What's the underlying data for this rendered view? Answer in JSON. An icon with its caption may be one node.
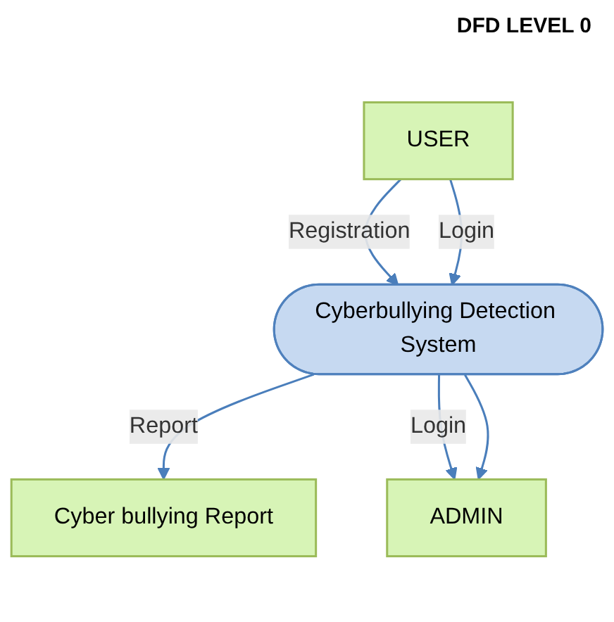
{
  "diagram": {
    "title": "DFD LEVEL 0",
    "nodes": [
      {
        "text": [
          "USER"
        ]
      },
      {
        "text": [
          "Cyberbullying Detection System"
        ]
      },
      {
        "text": [
          "Cyber bullying Report"
        ]
      },
      {
        "text": [
          "ADMIN"
        ]
      }
    ],
    "edges": [
      {
        "from": 0,
        "to": 1,
        "arrow": "to",
        "label": "Registration"
      },
      {
        "from": 0,
        "to": 1,
        "arrow": "to",
        "label": "Login"
      },
      {
        "from": 1,
        "to": 2,
        "arrow": "to",
        "label": "Report"
      },
      {
        "from": 1,
        "to": 3,
        "arrow": "to",
        "label": "Login"
      },
      {
        "from": 1,
        "to": 3,
        "arrow": "to"
      }
    ]
  }
}
